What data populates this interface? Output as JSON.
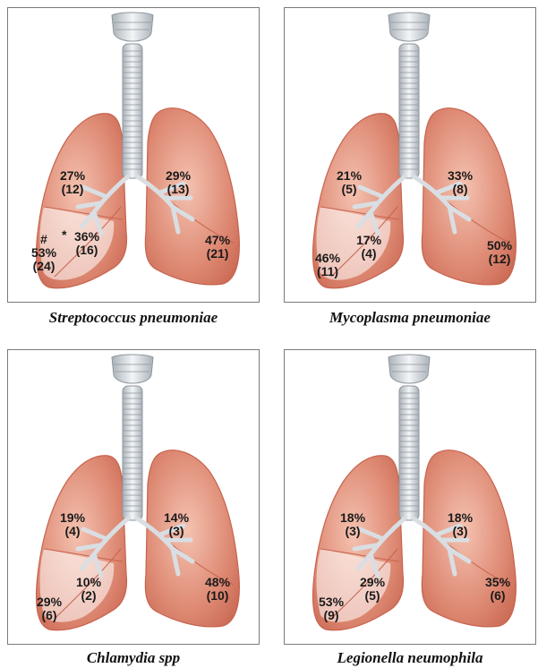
{
  "panels": [
    {
      "caption": "Streptococcus pneumoniae",
      "regions": {
        "rul": {
          "pct": "27%",
          "n": "(12)"
        },
        "rml": {
          "pct": "36%",
          "n": "(16)"
        },
        "rll": {
          "pct": "53%",
          "n": "(24)"
        },
        "lul": {
          "pct": "29%",
          "n": "(13)"
        },
        "lll": {
          "pct": "47%",
          "n": "(21)"
        }
      },
      "marks": {
        "rll": "#",
        "rml": "*"
      }
    },
    {
      "caption": "Mycoplasma pneumoniae",
      "regions": {
        "rul": {
          "pct": "21%",
          "n": "(5)"
        },
        "rml": {
          "pct": "17%",
          "n": "(4)"
        },
        "rll": {
          "pct": "46%",
          "n": "(11)"
        },
        "lul": {
          "pct": "33%",
          "n": "(8)"
        },
        "lll": {
          "pct": "50%",
          "n": "(12)"
        }
      },
      "marks": {}
    },
    {
      "caption": "Chlamydia spp",
      "regions": {
        "rul": {
          "pct": "19%",
          "n": "(4)"
        },
        "rml": {
          "pct": "10%",
          "n": "(2)"
        },
        "rll": {
          "pct": "29%",
          "n": "(6)"
        },
        "lul": {
          "pct": "14%",
          "n": "(3)"
        },
        "lll": {
          "pct": "48%",
          "n": "(10)"
        }
      },
      "marks": {}
    },
    {
      "caption": "Legionella neumophila",
      "regions": {
        "rul": {
          "pct": "18%",
          "n": "(3)"
        },
        "rml": {
          "pct": "29%",
          "n": "(5)"
        },
        "rll": {
          "pct": "53%",
          "n": "(9)"
        },
        "lul": {
          "pct": "18%",
          "n": "(3)"
        },
        "lll": {
          "pct": "35%",
          "n": "(6)"
        }
      },
      "marks": {}
    }
  ],
  "colors": {
    "lung": "#de8a74",
    "lung_dark": "#c7634e",
    "lung_light": "#f4c2b0",
    "highlight": "#ffffff",
    "airway": "#d9dee3",
    "airway_line": "#8d959c"
  }
}
